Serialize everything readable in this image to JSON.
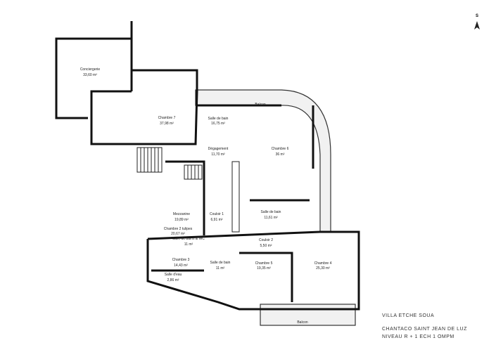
{
  "rooms": [
    {
      "name": "Conciergerie",
      "area": "33,60 m²"
    },
    {
      "name": "Chambre 7",
      "area": "37,98 m²"
    },
    {
      "name": "Salle de bain",
      "area": "16,75 m²"
    },
    {
      "name": "Dégagement",
      "area": "11,70 m²"
    },
    {
      "name": "Chambre 6",
      "area": "36 m²"
    },
    {
      "name": "Mezzanine",
      "area": "19,89 m²"
    },
    {
      "name": "Couloir 1",
      "area": "6,91 m²"
    },
    {
      "name": "Salle de bain",
      "area": "11,61 m²"
    },
    {
      "name": "Chambre 2 tulipes",
      "area": "20,67 m²"
    },
    {
      "name": "Salle de bains & WC",
      "area": "11 m²"
    },
    {
      "name": "Couloir 2",
      "area": "5,50 m²"
    },
    {
      "name": "Chambre 3",
      "area": "14,43 m²"
    },
    {
      "name": "Salle de bain",
      "area": "11 m²"
    },
    {
      "name": "Chambre 5",
      "area": "19,35 m²"
    },
    {
      "name": "Chambre 4",
      "area": "25,30 m²"
    },
    {
      "name": "Salle d'eau",
      "area": "2,86 m²"
    }
  ],
  "balconies": [
    "Balcon",
    "Balcon"
  ],
  "north_label": "S",
  "title_block": {
    "line1": "VILLA  ETCHE SOUA",
    "line2": "CHANTACO     SAINT JEAN DE LUZ",
    "line3": "NIVEAU R + 1  ECH 1 OMPM"
  }
}
